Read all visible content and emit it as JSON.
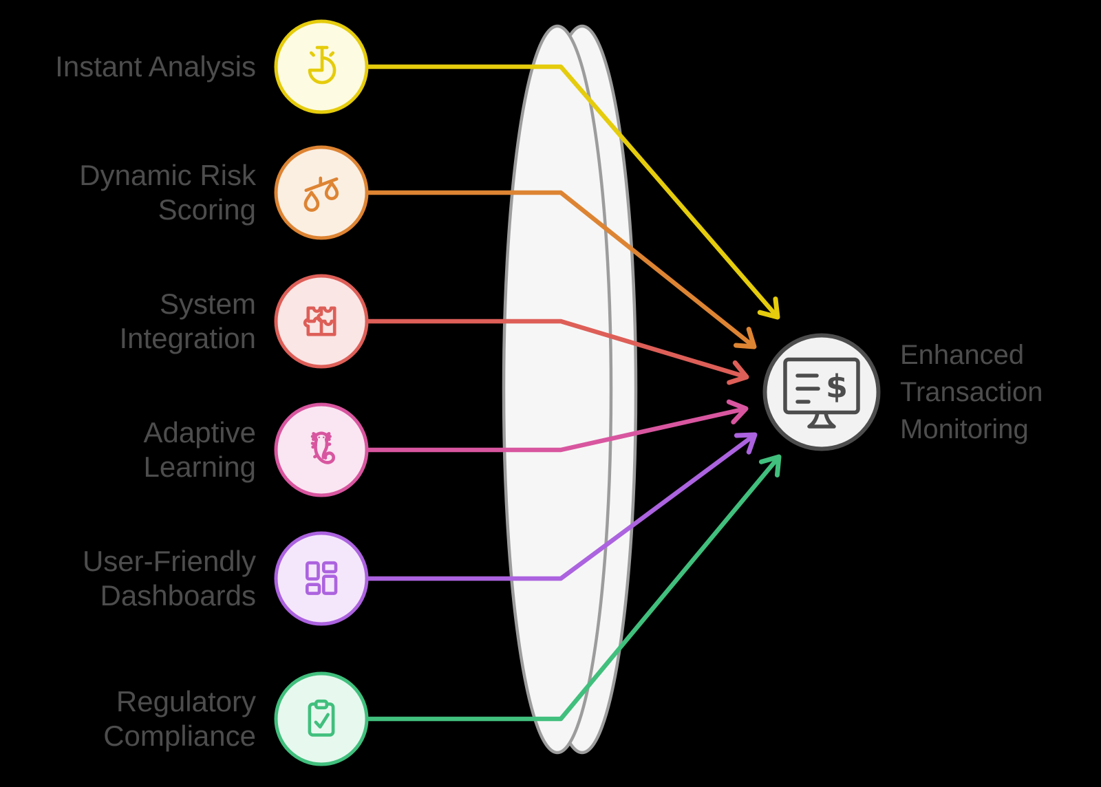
{
  "title": "Feature convergence diagram",
  "background": "#000000",
  "text_color": "#4D4D4D",
  "lens": {
    "fill": "#F6F6F6",
    "stroke": "#9C9C9C"
  },
  "features": [
    {
      "label": "Instant Analysis",
      "icon": "timer-icon",
      "color": "#E5CC0C",
      "fill": "#FDFBE1"
    },
    {
      "label": "Dynamic Risk\nScoring",
      "icon": "scales-icon",
      "color": "#DD8433",
      "fill": "#FBEFE2"
    },
    {
      "label": "System\nIntegration",
      "icon": "puzzle-icon",
      "color": "#DD5F58",
      "fill": "#FAE6E5"
    },
    {
      "label": "Adaptive\nLearning",
      "icon": "axolotl-icon",
      "color": "#D8569F",
      "fill": "#FAE6F2"
    },
    {
      "label": "User-Friendly\nDashboards",
      "icon": "dashboard-icon",
      "color": "#AC63DF",
      "fill": "#F5E7FB"
    },
    {
      "label": "Regulatory\nCompliance",
      "icon": "clipboard-check-icon",
      "color": "#41BF7D",
      "fill": "#E7F8EF"
    }
  ],
  "target": {
    "label": "Enhanced\nTransaction\nMonitoring",
    "icon": "monitor-dollar-icon",
    "color": "#4D4D4D",
    "fill": "#F2F2F2",
    "dollar": "$"
  }
}
